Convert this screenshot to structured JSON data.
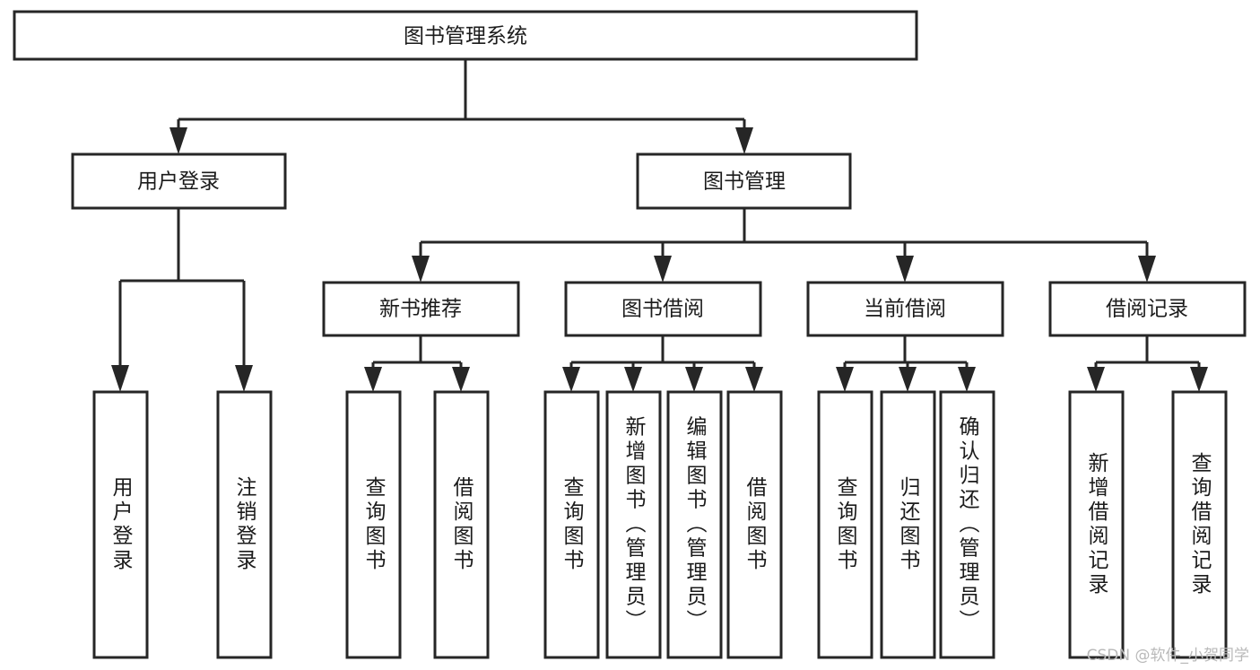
{
  "diagram": {
    "type": "tree",
    "title": "图书管理系统",
    "watermark": "CSDN @软件_小贺同学",
    "colors": {
      "background": "#ffffff",
      "box_fill": "#ffffff",
      "box_stroke": "#262626",
      "text": "#1b1b1b",
      "watermark": "#b9b9b9"
    },
    "levels": {
      "level0": [
        {
          "id": "root",
          "label": "图书管理系统",
          "orientation": "horizontal"
        }
      ],
      "level1": [
        {
          "id": "user-login",
          "label": "用户登录",
          "orientation": "horizontal",
          "parent": "root"
        },
        {
          "id": "book-manage",
          "label": "图书管理",
          "orientation": "horizontal",
          "parent": "root"
        }
      ],
      "level2": [
        {
          "id": "new-book-rec",
          "label": "新书推荐",
          "orientation": "horizontal",
          "parent": "book-manage"
        },
        {
          "id": "book-borrow",
          "label": "图书借阅",
          "orientation": "horizontal",
          "parent": "book-manage"
        },
        {
          "id": "current-borrow",
          "label": "当前借阅",
          "orientation": "horizontal",
          "parent": "book-manage"
        },
        {
          "id": "borrow-record",
          "label": "借阅记录",
          "orientation": "horizontal",
          "parent": "book-manage"
        }
      ],
      "level3": [
        {
          "id": "leaf-user-login",
          "label": "用户登录",
          "orientation": "vertical",
          "parent": "user-login"
        },
        {
          "id": "leaf-logout",
          "label": "注销登录",
          "orientation": "vertical",
          "parent": "user-login"
        },
        {
          "id": "leaf-query-book-1",
          "label": "查询图书",
          "orientation": "vertical",
          "parent": "new-book-rec"
        },
        {
          "id": "leaf-borrow-book-1",
          "label": "借阅图书",
          "orientation": "vertical",
          "parent": "new-book-rec"
        },
        {
          "id": "leaf-query-book-2",
          "label": "查询图书",
          "orientation": "vertical",
          "parent": "book-borrow"
        },
        {
          "id": "leaf-add-book",
          "label": "新增图书（管理员）",
          "orientation": "vertical",
          "parent": "book-borrow"
        },
        {
          "id": "leaf-edit-book",
          "label": "编辑图书（管理员）",
          "orientation": "vertical",
          "parent": "book-borrow"
        },
        {
          "id": "leaf-borrow-book-2",
          "label": "借阅图书",
          "orientation": "vertical",
          "parent": "book-borrow"
        },
        {
          "id": "leaf-query-book-3",
          "label": "查询图书",
          "orientation": "vertical",
          "parent": "current-borrow"
        },
        {
          "id": "leaf-return-book",
          "label": "归还图书",
          "orientation": "vertical",
          "parent": "current-borrow"
        },
        {
          "id": "leaf-confirm-return",
          "label": "确认归还（管理员）",
          "orientation": "vertical",
          "parent": "current-borrow"
        },
        {
          "id": "leaf-add-record",
          "label": "新增借阅记录",
          "orientation": "vertical",
          "parent": "borrow-record"
        },
        {
          "id": "leaf-query-record",
          "label": "查询借阅记录",
          "orientation": "vertical",
          "parent": "borrow-record"
        }
      ]
    }
  }
}
